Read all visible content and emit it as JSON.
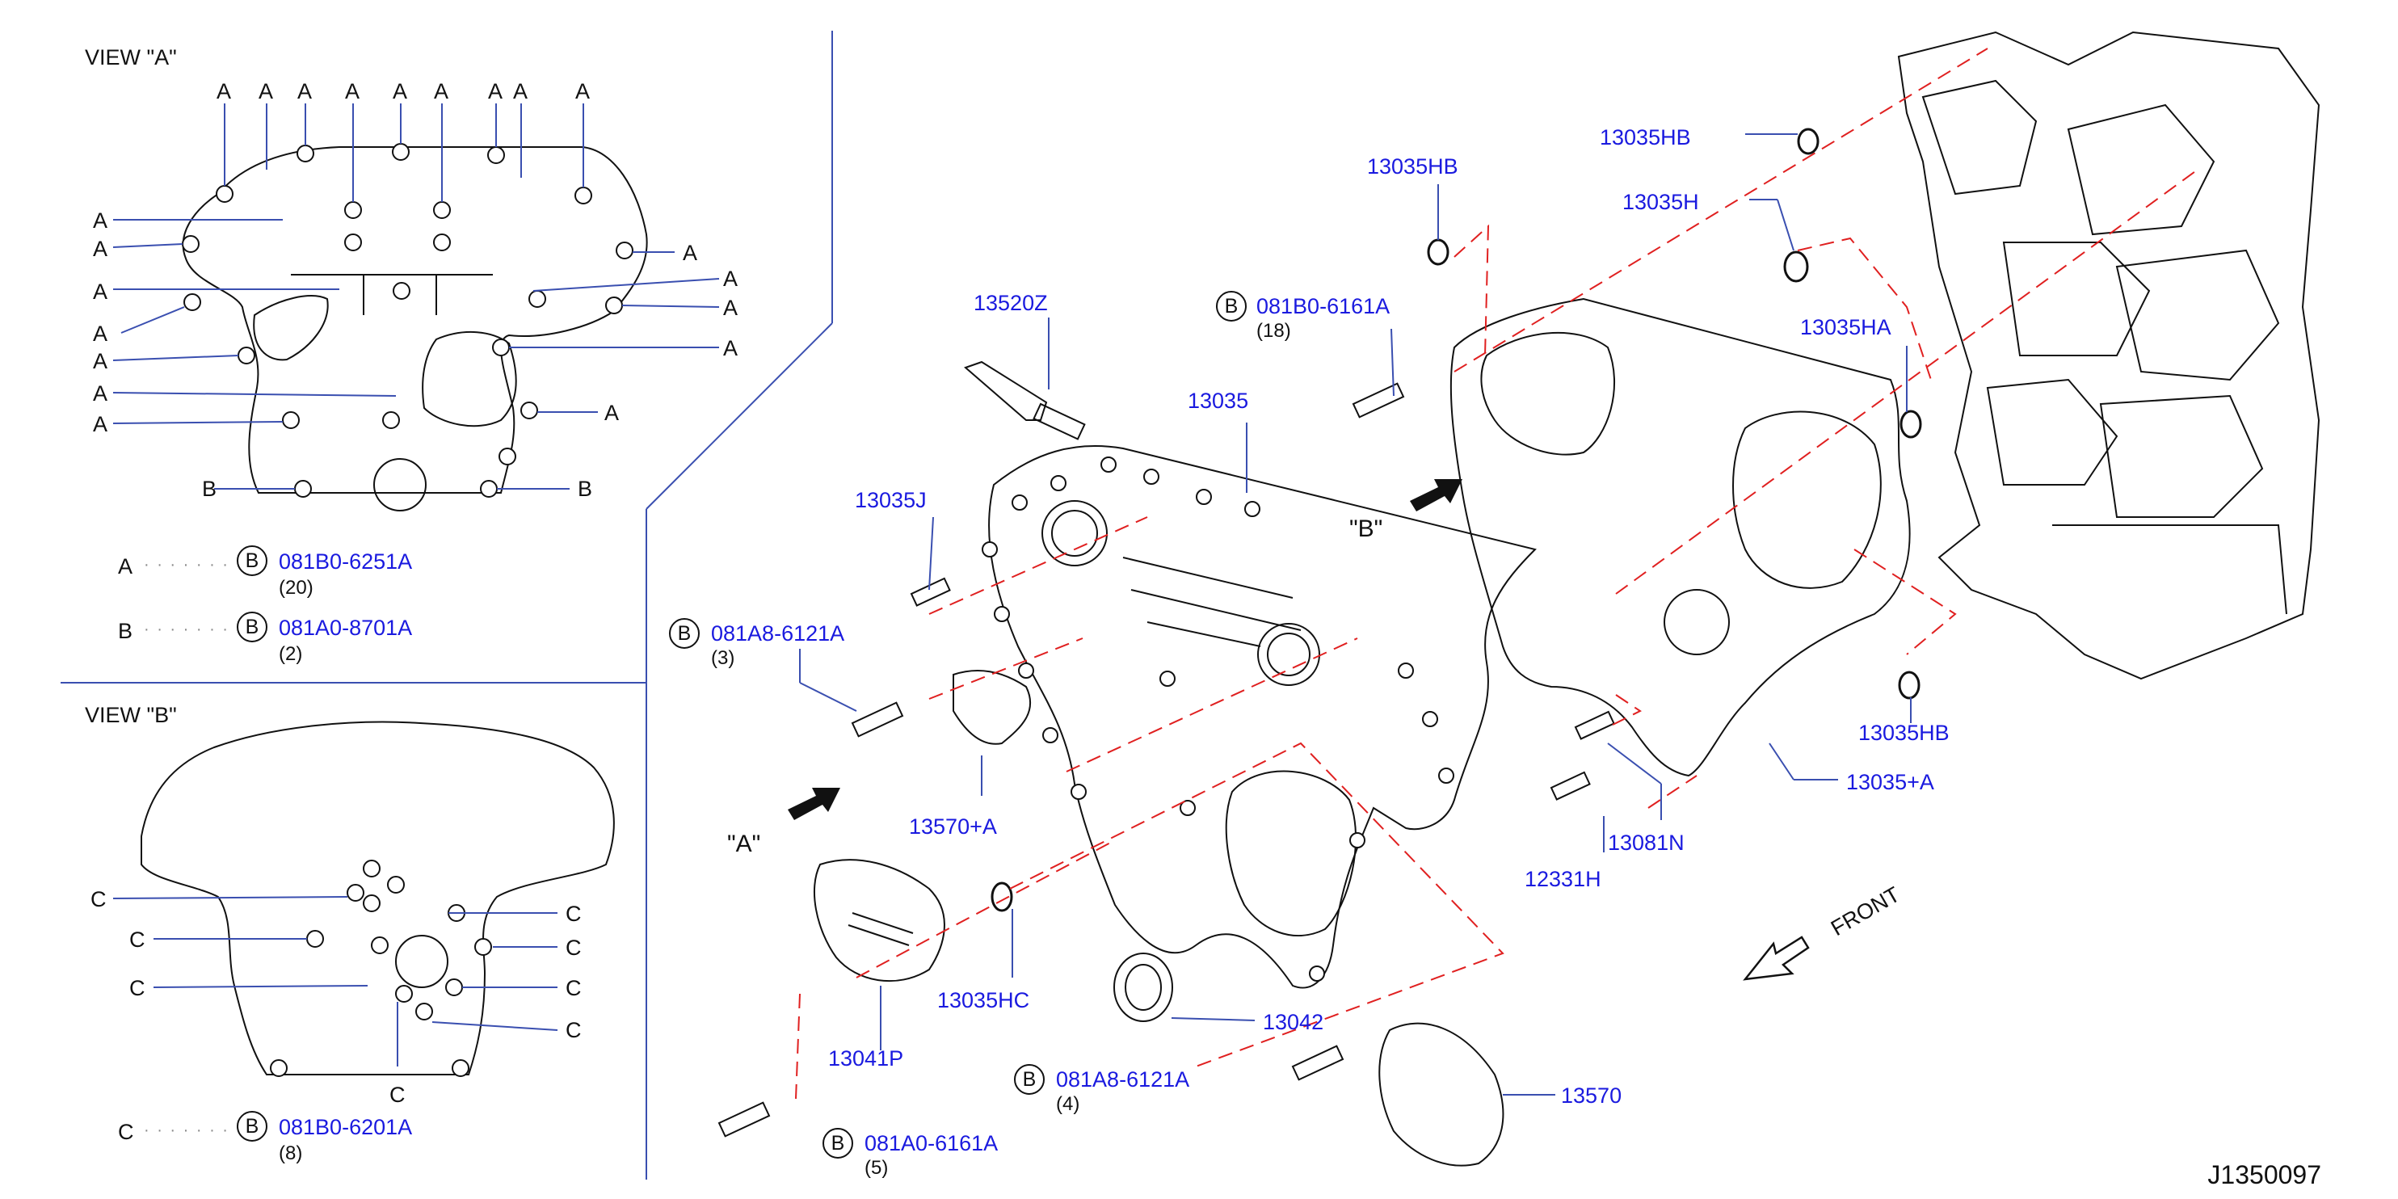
{
  "view_a": {
    "title": "VIEW \"A\"",
    "marker_a": "A",
    "marker_b": "B",
    "legend": [
      {
        "letter": "A",
        "dots": "· · · · · · ·",
        "circle": "B",
        "part": "081B0-6251A",
        "qty": "(20)"
      },
      {
        "letter": "B",
        "dots": "· · · · · · ·",
        "circle": "B",
        "part": "081A0-8701A",
        "qty": "(2)"
      }
    ]
  },
  "view_b": {
    "title": "VIEW \"B\"",
    "marker_c": "C",
    "legend": [
      {
        "letter": "C",
        "dots": "· · · · · · ·",
        "circle": "B",
        "part": "081B0-6201A",
        "qty": "(8)"
      }
    ]
  },
  "callouts": {
    "p13520Z": "13520Z",
    "p13035": "13035",
    "p13035J": "13035J",
    "b_081B0_6161A": {
      "circle": "B",
      "part": "081B0-6161A",
      "qty": "(18)"
    },
    "b_081A8_6121A_3": {
      "circle": "B",
      "part": "081A8-6121A",
      "qty": "(3)"
    },
    "p13570A": "13570+A",
    "p13041P": "13041P",
    "p13035HC": "13035HC",
    "p13042": "13042",
    "b_081A8_6121A_4": {
      "circle": "B",
      "part": "081A8-6121A",
      "qty": "(4)"
    },
    "b_081A0_6161A": {
      "circle": "B",
      "part": "081A0-6161A",
      "qty": "(5)"
    },
    "p13570": "13570",
    "p12331H": "12331H",
    "p13081N": "13081N",
    "p13035A": "13035+A",
    "p13035HB_top": "13035HB",
    "p13035HB_right": "13035HB",
    "p13035H": "13035H",
    "p13035HA": "13035HA",
    "p13035HB_bottom": "13035HB",
    "view_a_mark": "\"A\"",
    "view_b_mark": "\"B\"",
    "front": "FRONT"
  },
  "diagram_ref": "J1350097",
  "colors": {
    "part_label": "#1a1adf",
    "line": "#111111",
    "leader": "#3a4fb0",
    "dash": "#e02020"
  }
}
